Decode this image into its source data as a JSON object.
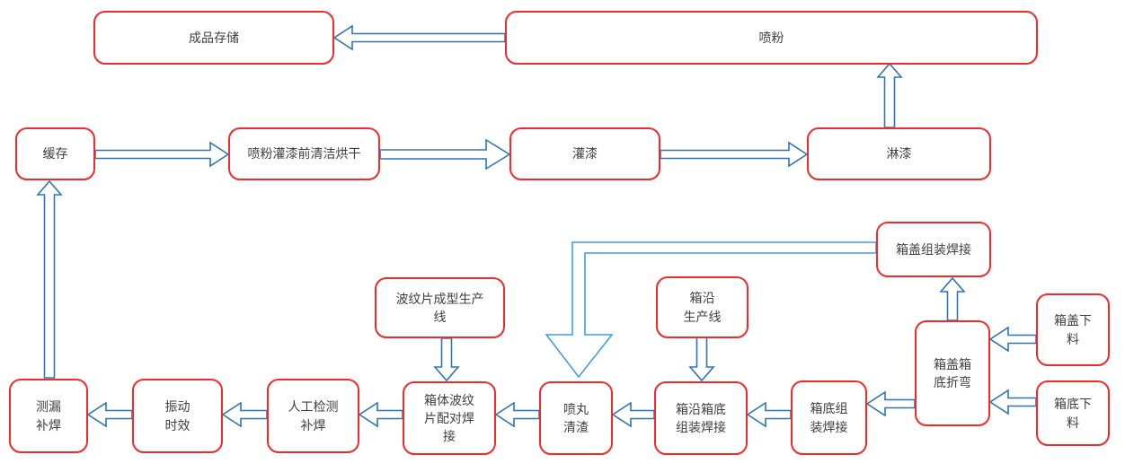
{
  "diagram": {
    "type": "flowchart",
    "language": "zh-CN",
    "description_visible_text_only": true
  },
  "colors": {
    "box_border": "#f42a2a",
    "arrow": "#2e75b6",
    "elbow_arrow": "#3f9fdc",
    "text": "#3f3f3f",
    "background": "#ffffff"
  },
  "nodes": {
    "finished_storage": {
      "label": "成品存储"
    },
    "powder_coating": {
      "label": "喷粉"
    },
    "buffer": {
      "label": "缓存"
    },
    "pre_clean_dry": {
      "label": "喷粉灌漆前清洁烘干"
    },
    "paint_filling": {
      "label": "灌漆"
    },
    "paint_drenching": {
      "label": "淋漆"
    },
    "lid_assembly_weld": {
      "label": "箱盖组装焊接"
    },
    "corrugated_sheet_line": {
      "label": "波纹片成型生产\n线"
    },
    "box_rim_line": {
      "label": "箱沿\n生产线"
    },
    "lid_blanking": {
      "label": "箱盖下\n料"
    },
    "lid_bottom_bending": {
      "label": "箱盖箱\n底折弯"
    },
    "bottom_blanking": {
      "label": "箱底下\n料"
    },
    "leak_test_repair_weld": {
      "label": "测漏\n补焊"
    },
    "vibration_aging": {
      "label": "振动\n时效"
    },
    "manual_inspection_repair_weld": {
      "label": "人工检测\n补焊"
    },
    "body_corrugated_pairing_weld": {
      "label": "箱体波纹\n片配对焊\n接"
    },
    "shot_blasting_cleaning": {
      "label": "喷丸\n清渣"
    },
    "rim_bottom_assembly_weld": {
      "label": "箱沿箱底\n组装焊接"
    },
    "bottom_assembly_weld": {
      "label": "箱底组\n装焊接"
    }
  },
  "edges": [
    {
      "from": "喷粉",
      "to": "成品存储"
    },
    {
      "from": "缓存",
      "to": "喷粉灌漆前清洁烘干"
    },
    {
      "from": "喷粉灌漆前清洁烘干",
      "to": "灌漆"
    },
    {
      "from": "灌漆",
      "to": "淋漆"
    },
    {
      "from": "淋漆",
      "to": "喷粉"
    },
    {
      "from": "测漏补焊",
      "to": "缓存"
    },
    {
      "from": "箱盖箱底折弯",
      "to": "箱盖组装焊接"
    },
    {
      "from": "箱盖组装焊接",
      "to": "喷丸清渣"
    },
    {
      "from": "波纹片成型生产线",
      "to": "箱体波纹片配对焊接"
    },
    {
      "from": "箱沿生产线",
      "to": "箱沿箱底组装焊接"
    },
    {
      "from": "振动时效",
      "to": "测漏补焊"
    },
    {
      "from": "人工检测补焊",
      "to": "振动时效"
    },
    {
      "from": "箱体波纹片配对焊接",
      "to": "人工检测补焊"
    },
    {
      "from": "喷丸清渣",
      "to": "箱体波纹片配对焊接"
    },
    {
      "from": "箱沿箱底组装焊接",
      "to": "喷丸清渣"
    },
    {
      "from": "箱底组装焊接",
      "to": "箱沿箱底组装焊接"
    },
    {
      "from": "箱盖箱底折弯",
      "to": "箱底组装焊接"
    },
    {
      "from": "箱盖下料",
      "to": "箱盖箱底折弯"
    },
    {
      "from": "箱底下料",
      "to": "箱盖箱底折弯"
    }
  ]
}
